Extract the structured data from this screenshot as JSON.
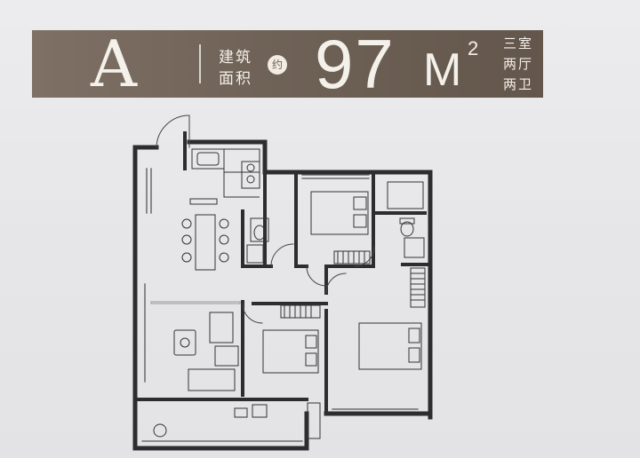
{
  "header": {
    "unit_letter": "A",
    "area_label_line1": "建筑",
    "area_label_line2": "面积",
    "approx": "约",
    "area_value": "97",
    "area_unit": "M",
    "area_unit_power": "2",
    "layout": [
      "三室",
      "两厅",
      "两卫"
    ]
  },
  "colors": {
    "banner": "#6f6257",
    "banner_text": "#f4f0ea",
    "wall": "#2d2d2f",
    "background": "#e9e9ea"
  },
  "floorplan": {
    "icons": [
      "bed-icon",
      "dining-table-icon",
      "sofa-icon",
      "toilet-icon",
      "stove-icon",
      "wardrobe-icon",
      "plant-icon",
      "door-swing-icon"
    ]
  }
}
